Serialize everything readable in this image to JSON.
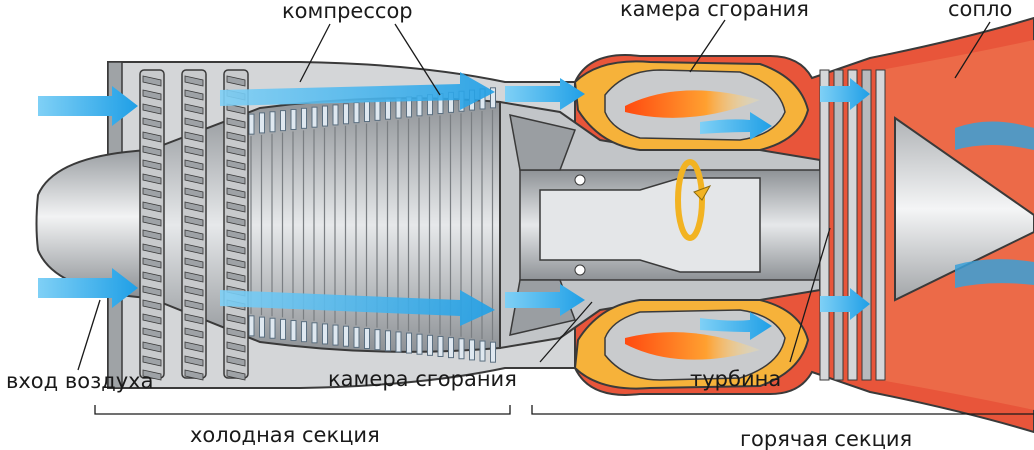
{
  "labels": {
    "compressor": "компрессор",
    "combustion_top": "камера сгорания",
    "nozzle": "сопло",
    "air_inlet": "вход воздуха",
    "combustion_bottom": "камера сгорания",
    "turbine": "турбина",
    "cold_section": "холодная секция",
    "hot_section": "горячая секция"
  },
  "colors": {
    "airflow": "#2aa6e8",
    "hot_casing": "#e8553a",
    "combustion_liner": "#f6b23a",
    "flame": "#f47a1f",
    "metal": "#b9bcc0",
    "metal_dark": "#6e7276",
    "casing_outline": "#3a3a3a"
  },
  "icons": {
    "airflow_arrow": "arrow-right-icon",
    "rotation": "rotation-arrow-icon"
  }
}
